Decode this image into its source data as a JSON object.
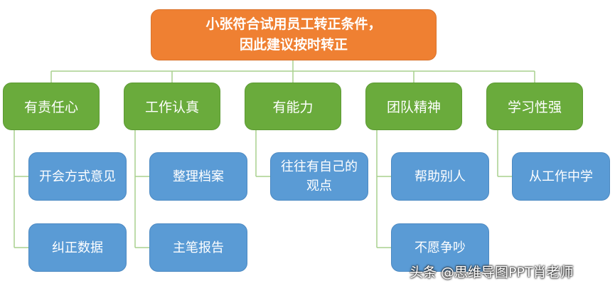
{
  "root": {
    "line1": "小张符合试用员工转正条件，",
    "line2": "因此建议按时转正"
  },
  "categories": [
    {
      "label": "有责任心",
      "children": [
        "开会方式意见",
        "纠正数据"
      ]
    },
    {
      "label": "工作认真",
      "children": [
        "整理档案",
        "主笔报告"
      ]
    },
    {
      "label": "有能力",
      "children": [
        "往往有自己的观点"
      ]
    },
    {
      "label": "团队精神",
      "children": [
        "帮助别人",
        "不愿争吵"
      ]
    },
    {
      "label": "学习性强",
      "children": [
        "从工作中学"
      ]
    }
  ],
  "watermark": "头条 @思维导图PPT肖老师",
  "colors": {
    "root": "#ef8032",
    "category": "#6aab3c",
    "leaf": "#5a9bd5",
    "connector": "#a9d18e"
  }
}
